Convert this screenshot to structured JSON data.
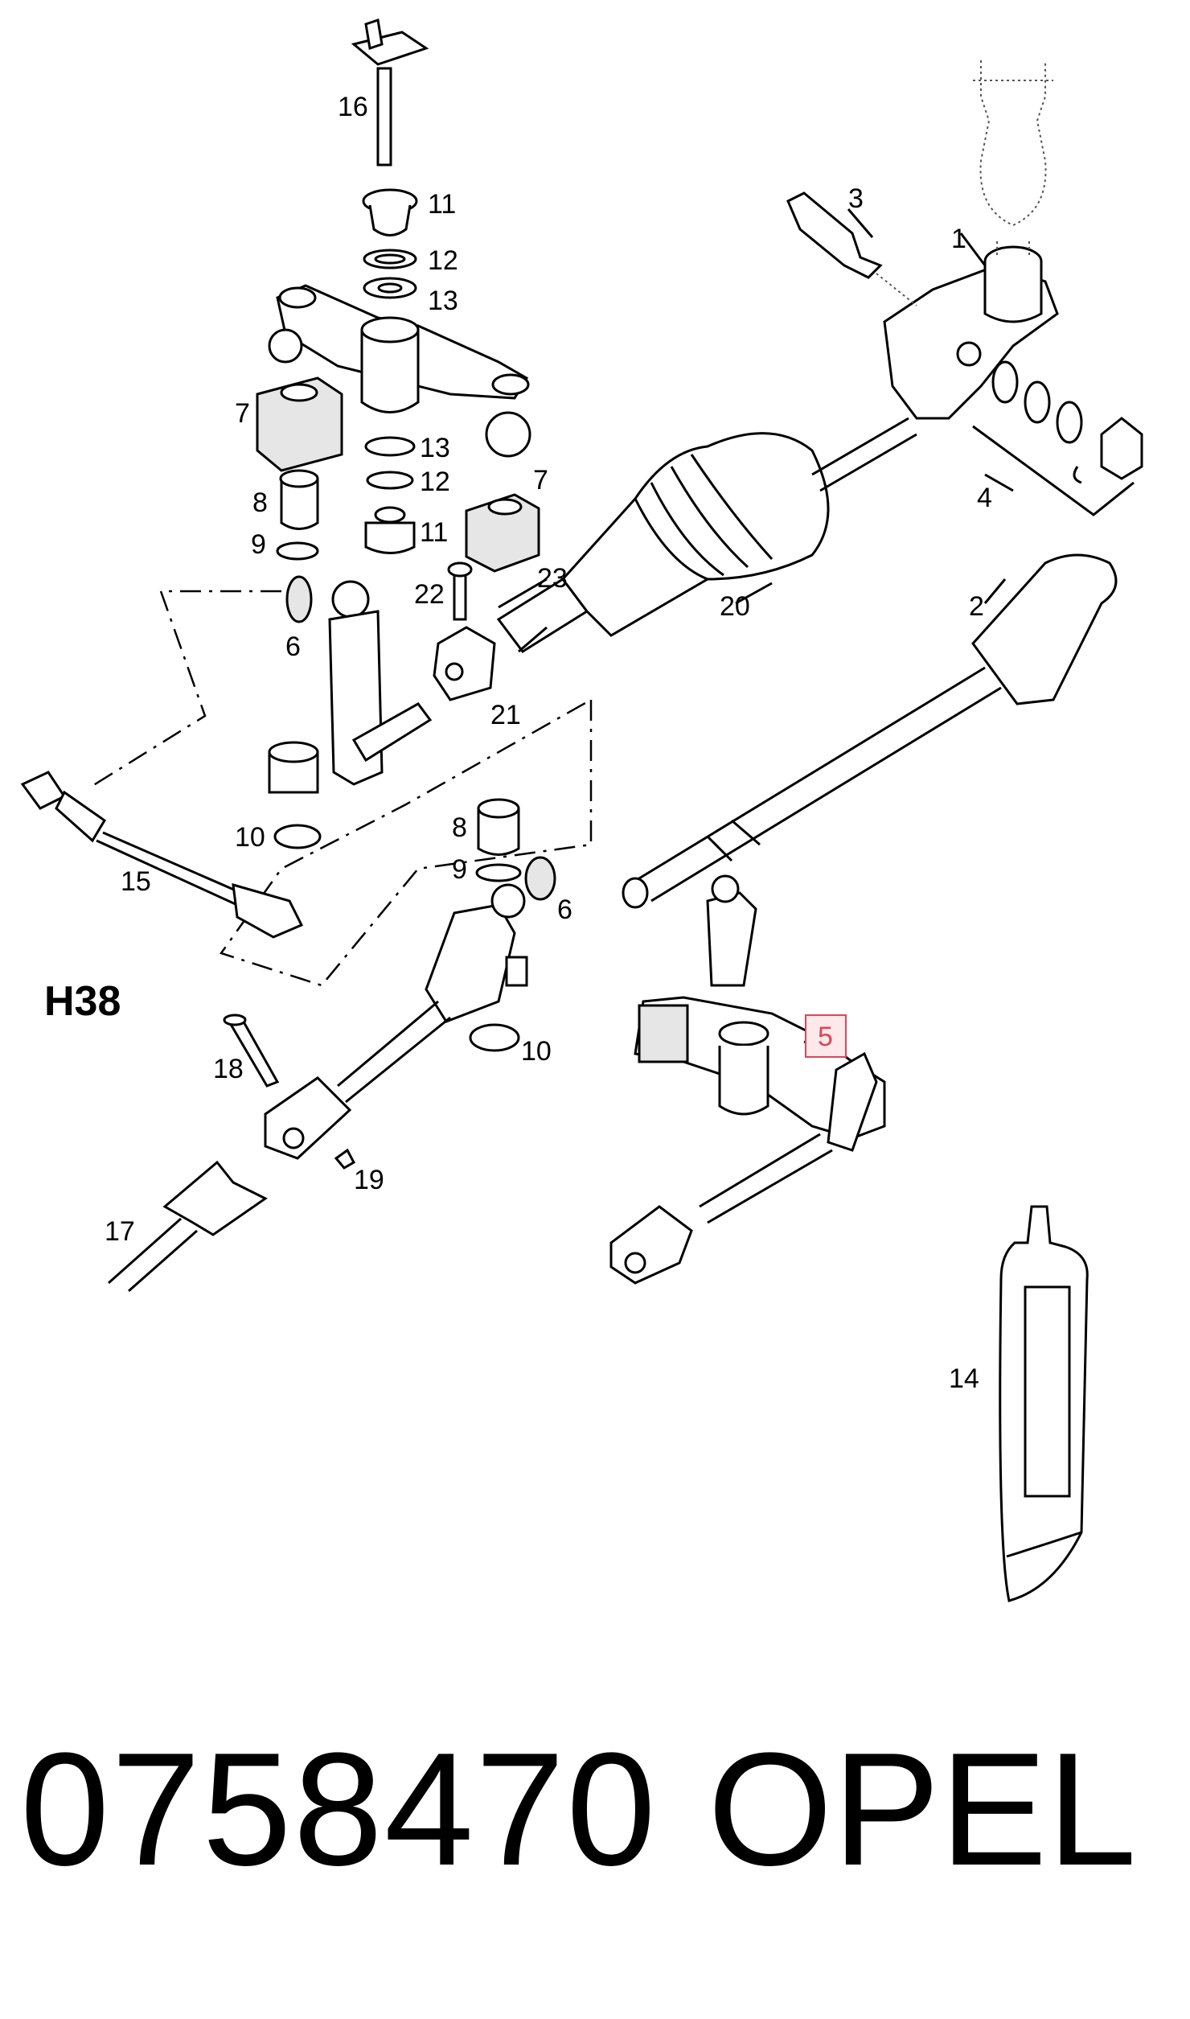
{
  "diagram": {
    "code": "H38",
    "part_number": "0758470",
    "brand": "OPEL",
    "highlighted_label": "5",
    "callouts": {
      "c1": "1",
      "c2": "2",
      "c3": "3",
      "c4": "4",
      "c6a": "6",
      "c6b": "6",
      "c7a": "7",
      "c7b": "7",
      "c8a": "8",
      "c8b": "8",
      "c9a": "9",
      "c9b": "9",
      "c10a": "10",
      "c10b": "10",
      "c11a": "11",
      "c11b": "11",
      "c12a": "12",
      "c12b": "12",
      "c13a": "13",
      "c13b": "13",
      "c14": "14",
      "c15": "15",
      "c16": "16",
      "c17": "17",
      "c18": "18",
      "c19": "19",
      "c20": "20",
      "c21": "21",
      "c22": "22",
      "c23": "23"
    }
  }
}
